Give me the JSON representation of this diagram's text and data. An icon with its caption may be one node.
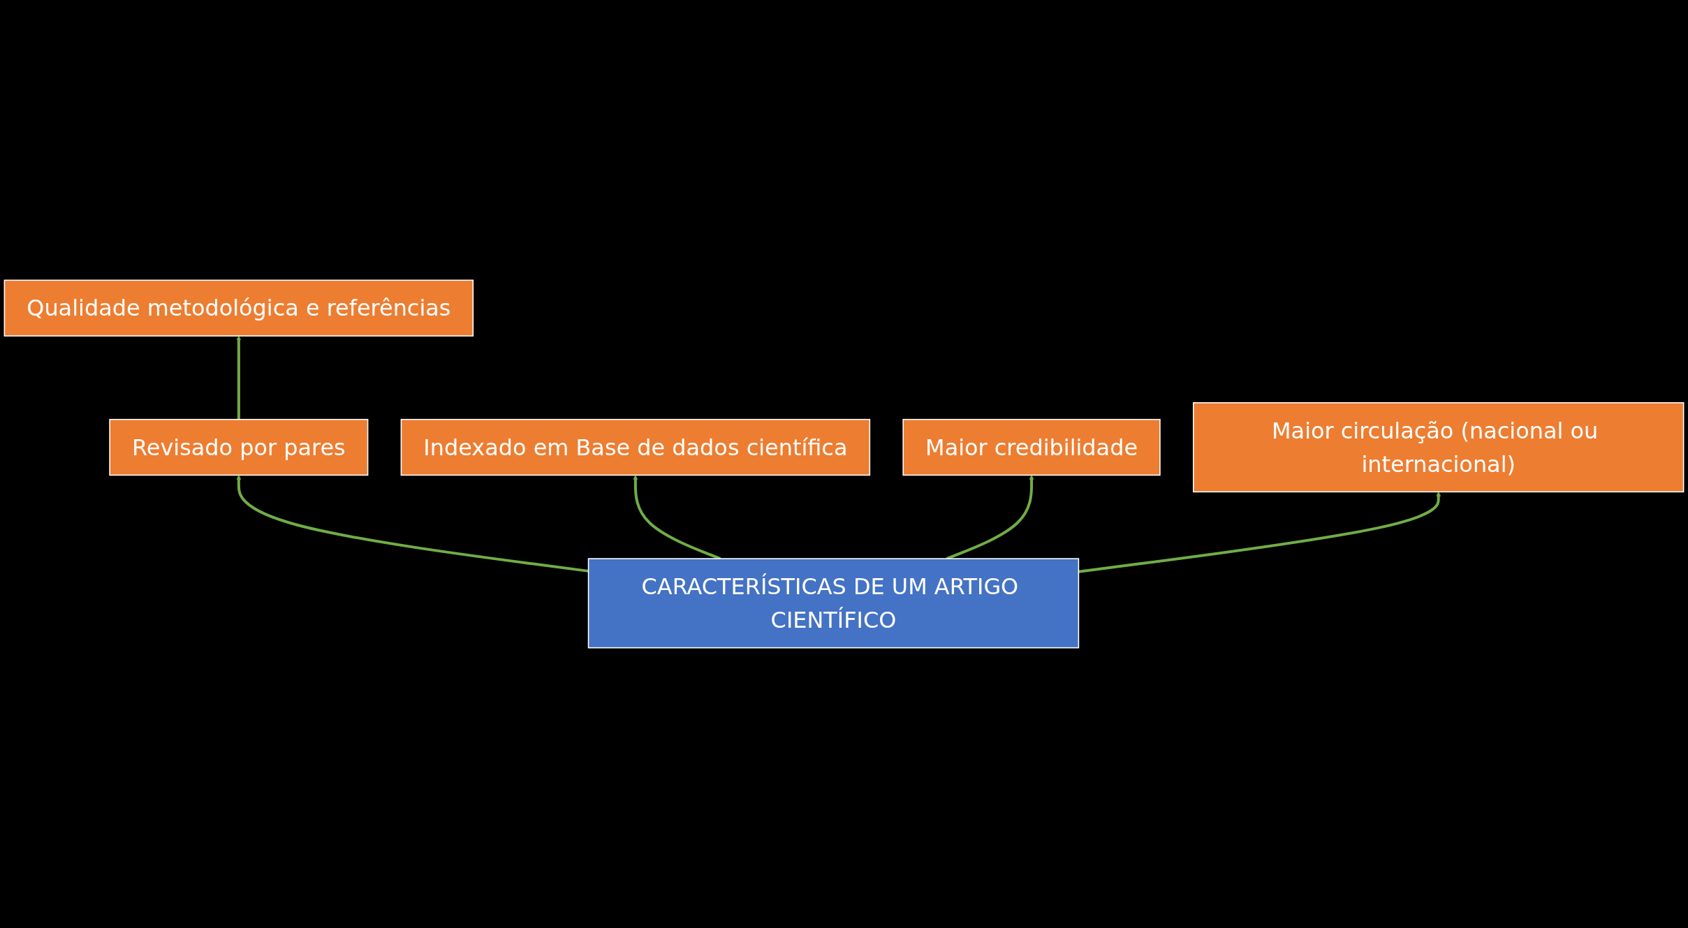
{
  "diagram": {
    "nodes": [
      {
        "text": [
          "Qualidade metodológica e referências"
        ]
      },
      {
        "text": [
          "Revisado por pares"
        ]
      },
      {
        "text": [
          "Indexado em Base de dados científica"
        ]
      },
      {
        "text": [
          "CARACTERÍSTICAS DE UM ARTIGO CIENTÍFICO"
        ]
      },
      {
        "text": [
          "Maior credibilidade"
        ]
      },
      {
        "text": [
          "Maior circulação (nacional ou internacional)"
        ]
      }
    ],
    "edges": [
      {
        "from": 1,
        "to": 0,
        "arrow": "to"
      },
      {
        "from": 3,
        "to": 1,
        "arrow": "to"
      },
      {
        "from": 3,
        "to": 2,
        "arrow": "to"
      },
      {
        "from": 3,
        "to": 4,
        "arrow": "to"
      },
      {
        "from": 3,
        "to": 5,
        "arrow": "to"
      }
    ]
  }
}
